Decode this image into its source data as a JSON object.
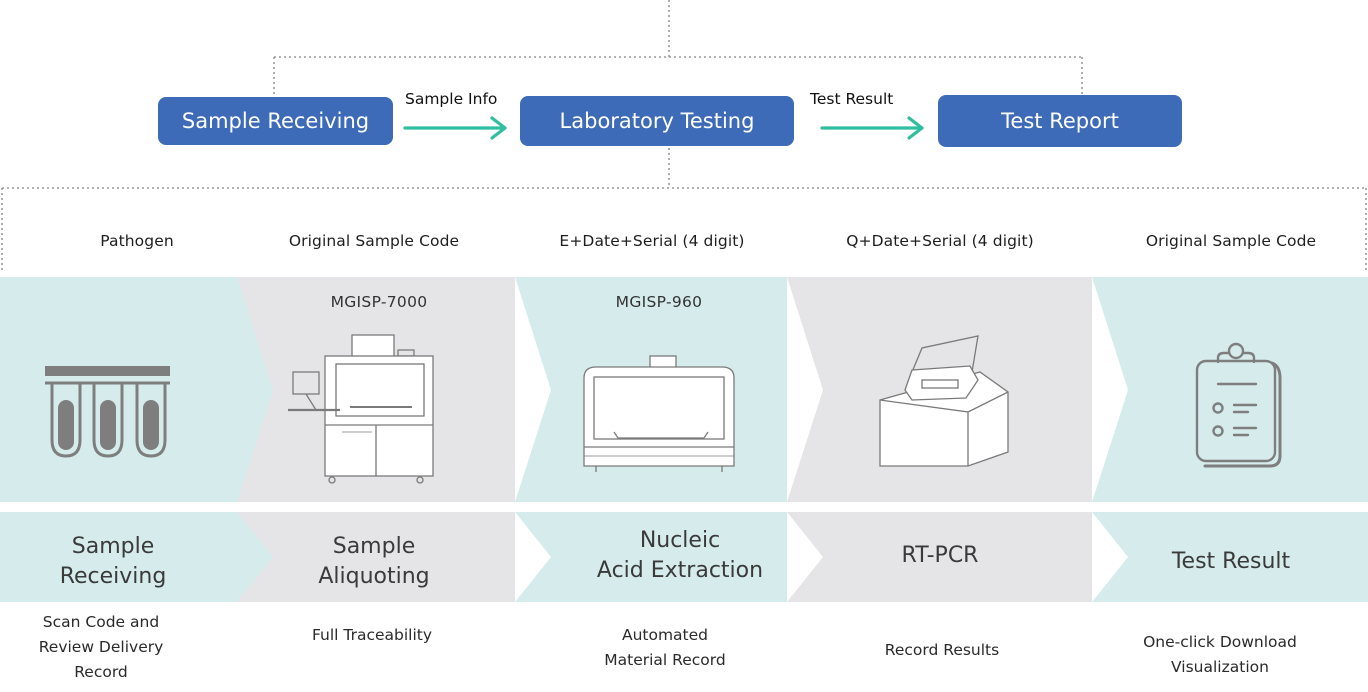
{
  "colors": {
    "flow_box": "#3e6bb8",
    "arrow": "#2fbfa0",
    "teal_bg": "#d6ecec",
    "gray_bg": "#e5e5e7",
    "icon_gray": "#7e7e7e",
    "dotted_line": "#9a9a9a"
  },
  "flow": {
    "sample_receiving": "Sample Receiving",
    "sample_info": "Sample Info",
    "laboratory_testing": "Laboratory Testing",
    "test_result_arrow": "Test Result",
    "test_report": "Test Report"
  },
  "columns": [
    {
      "header": "Pathogen",
      "model": "",
      "icon": "test-tubes-icon",
      "label": "Sample\nReceiving",
      "description": "Scan Code and\nReview Delivery\nRecord"
    },
    {
      "header": "Original Sample Code",
      "model": "MGISP-7000",
      "icon": "mgisp-7000-instrument-icon",
      "label": "Sample\nAliquoting",
      "description": "Full Traceability"
    },
    {
      "header": "E+Date+Serial (4 digit)",
      "model": "MGISP-960",
      "icon": "mgisp-960-instrument-icon",
      "label": "Nucleic\nAcid Extraction",
      "description": "Automated\nMaterial Record"
    },
    {
      "header": "Q+Date+Serial (4 digit)",
      "model": "",
      "icon": "pcr-machine-icon",
      "label": "RT-PCR",
      "description": "Record Results"
    },
    {
      "header": "Original Sample Code",
      "model": "",
      "icon": "clipboard-report-icon",
      "label": "Test Result",
      "description": "One-click Download\nVisualization"
    }
  ]
}
